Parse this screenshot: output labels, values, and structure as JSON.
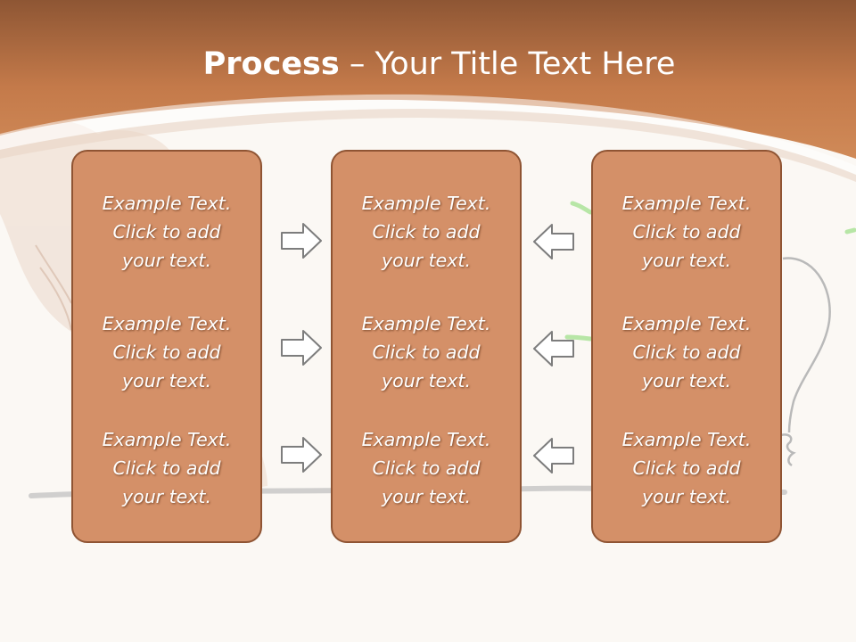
{
  "slide": {
    "title_bold": "Process",
    "title_rest": " – Your Title Text Here",
    "colors": {
      "header": "#c47a4a",
      "header_dark": "#8e5634",
      "box_fill": "#d49068",
      "box_border": "#8f5433",
      "background": "#fbf8f4",
      "arrow_stroke": "#7d7d7d"
    }
  },
  "columns": [
    {
      "items": [
        {
          "l1": "Example Text.",
          "l2": "Click  to add",
          "l3": "your text."
        },
        {
          "l1": "Example Text.",
          "l2": "Click  to add",
          "l3": "your text."
        },
        {
          "l1": "Example Text.",
          "l2": "Click  to add",
          "l3": "your text."
        }
      ]
    },
    {
      "items": [
        {
          "l1": "Example Text.",
          "l2": "Click  to add",
          "l3": "your text."
        },
        {
          "l1": "Example Text.",
          "l2": "Click  to add",
          "l3": "your text."
        },
        {
          "l1": "Example Text.",
          "l2": "Click  to add",
          "l3": "your text."
        }
      ]
    },
    {
      "items": [
        {
          "l1": "Example Text.",
          "l2": "Click  to add",
          "l3": "your text."
        },
        {
          "l1": "Example Text.",
          "l2": "Click  to add",
          "l3": "your text."
        },
        {
          "l1": "Example Text.",
          "l2": "Click  to add",
          "l3": "your text."
        }
      ]
    }
  ],
  "arrows": {
    "left_group": [
      "arrow-right-icon",
      "arrow-right-icon",
      "arrow-right-icon"
    ],
    "right_group": [
      "arrow-left-icon",
      "arrow-left-icon",
      "arrow-left-icon"
    ]
  }
}
